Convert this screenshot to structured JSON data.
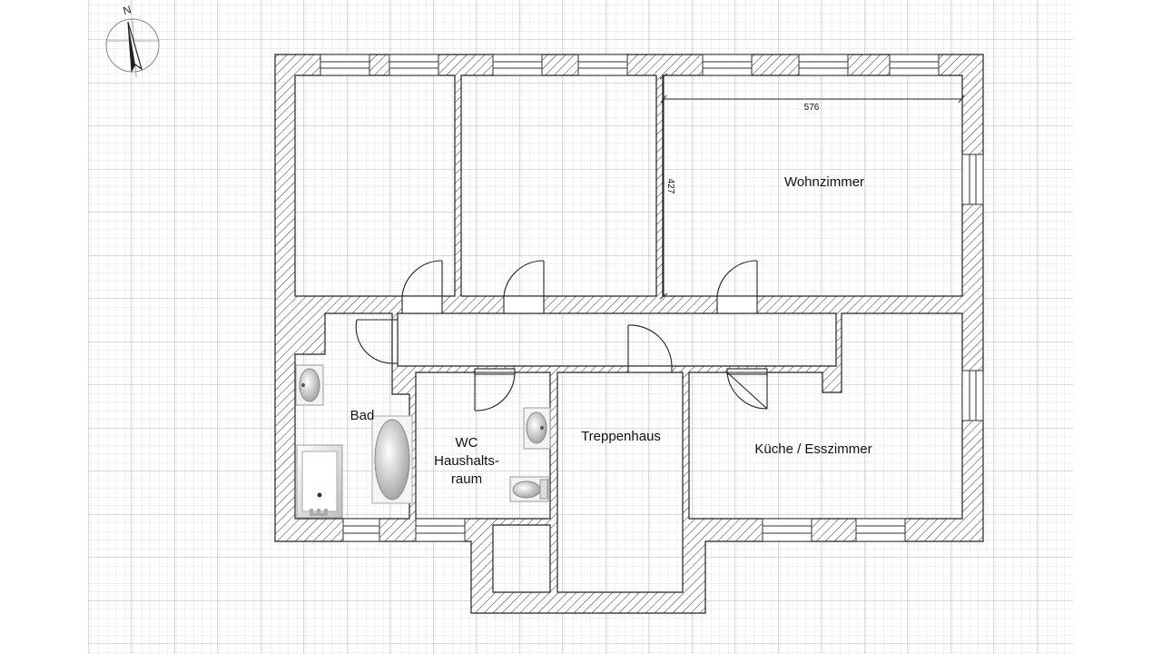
{
  "rooms": {
    "wohnzimmer": "Wohnzimmer",
    "bad": "Bad",
    "wc_line1": "WC",
    "wc_line2": "Haushalts-",
    "wc_line3": "raum",
    "treppenhaus": "Treppenhaus",
    "kueche": "Küche / Esszimmer"
  },
  "dimensions": {
    "width": "576",
    "height": "427"
  },
  "compass": {
    "letter": "N",
    "icon": "north-arrow-icon"
  },
  "colors": {
    "grid_minor": "#dcdcdc",
    "grid_major": "#b4b4b4",
    "wall": "#222222"
  }
}
